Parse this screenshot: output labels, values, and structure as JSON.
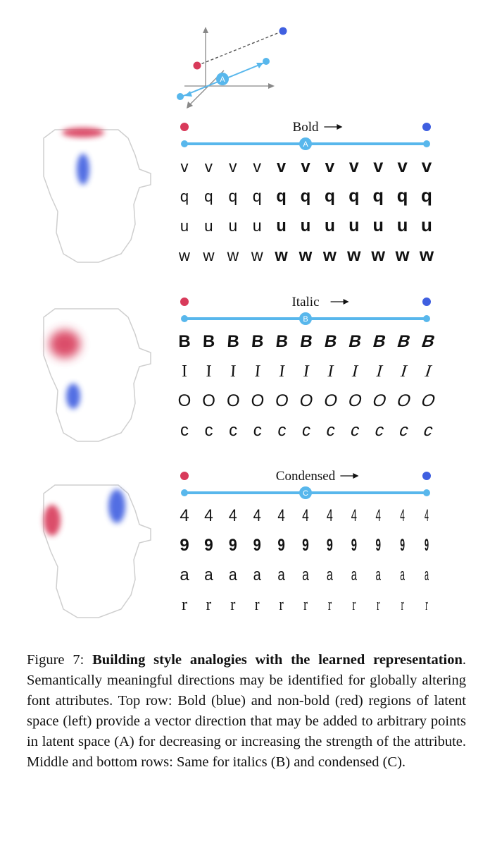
{
  "figure": {
    "vector_label": "A",
    "rows": [
      {
        "label": "Bold",
        "letter": "A",
        "glyph_rows": [
          {
            "char": "v"
          },
          {
            "char": "q"
          },
          {
            "char": "u"
          },
          {
            "char": "w"
          }
        ]
      },
      {
        "label": "Italic",
        "letter": "B",
        "glyph_rows": [
          {
            "char": "B"
          },
          {
            "char": "I"
          },
          {
            "char": "O"
          },
          {
            "char": "c"
          }
        ]
      },
      {
        "label": "Condensed",
        "letter": "C",
        "glyph_rows": [
          {
            "char": "4"
          },
          {
            "char": "9"
          },
          {
            "char": "a"
          },
          {
            "char": "r"
          }
        ]
      }
    ],
    "colors": {
      "red": "#d83a5a",
      "blue": "#3f5fe0",
      "cyan": "#58b7ec",
      "axis": "#888888"
    }
  },
  "caption": {
    "prefix": "Figure 7: ",
    "bold": "Building style analogies with the learned representation",
    "text": ". Semantically meaningful directions may be identified for globally altering font attributes. Top row: Bold (blue) and non-bold (red) regions of latent space (left) provide a vector direction that may be added to arbitrary points in latent space (A) for decreasing or increasing the strength of the attribute. Middle and bottom rows: Same for italics (B) and condensed (C)."
  }
}
